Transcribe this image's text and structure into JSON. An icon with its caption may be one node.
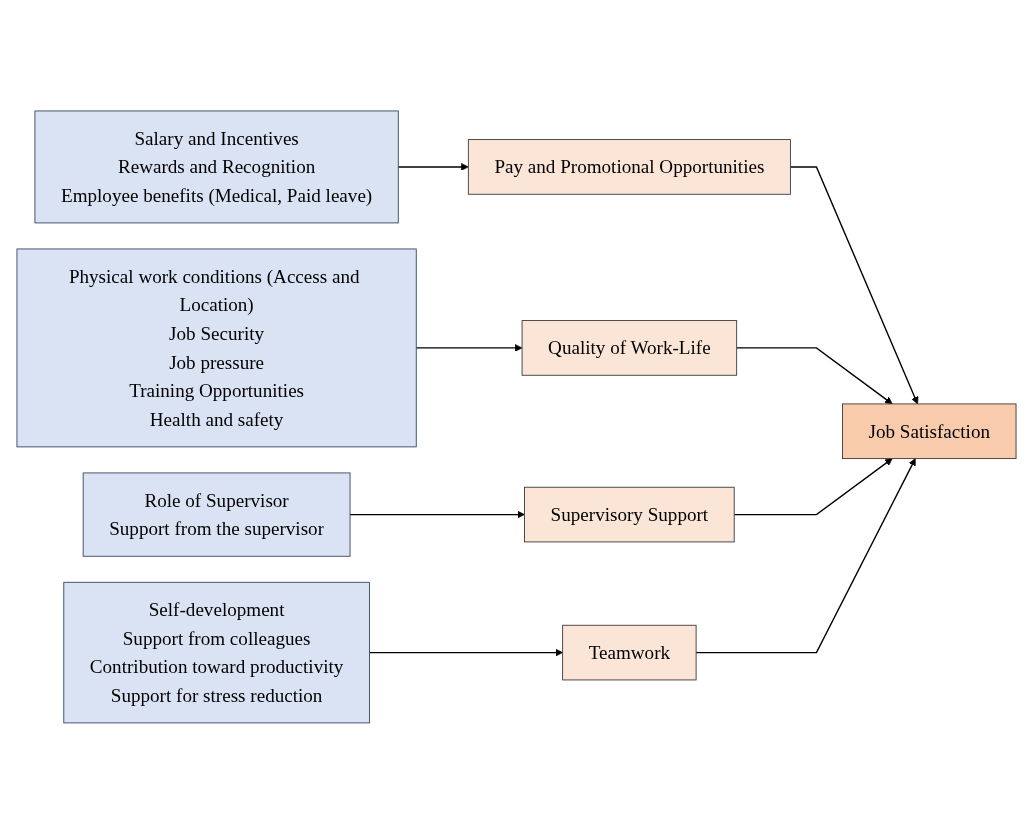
{
  "diagram": {
    "nodes": [
      {
        "text": [
          "Salary and Incentives",
          "Rewards and Recognition",
          "Employee benefits (Medical, Paid leave)"
        ]
      },
      {
        "text": [
          "Pay and Promotional Opportunities"
        ]
      },
      {
        "text": [
          "Physical work conditions (Access and Location)",
          "Job Security",
          "Job pressure",
          "Training Opportunities",
          "Health and safety"
        ]
      },
      {
        "text": [
          "Quality of Work-Life"
        ]
      },
      {
        "text": [
          "Role of Supervisor",
          "Support from the supervisor"
        ]
      },
      {
        "text": [
          "Supervisory Support"
        ]
      },
      {
        "text": [
          "Self-development",
          "Support from colleagues",
          "Contribution toward productivity",
          "Support for stress reduction"
        ]
      },
      {
        "text": [
          "Teamwork"
        ]
      },
      {
        "text": [
          "Job Satisfaction"
        ]
      }
    ],
    "edges": [
      {
        "from": 0,
        "to": 1,
        "arrow": "to"
      },
      {
        "from": 1,
        "to": 8,
        "arrow": "to"
      },
      {
        "from": 2,
        "to": 3,
        "arrow": "to"
      },
      {
        "from": 3,
        "to": 8,
        "arrow": "to"
      },
      {
        "from": 4,
        "to": 5,
        "arrow": "to"
      },
      {
        "from": 5,
        "to": 8,
        "arrow": "to"
      },
      {
        "from": 6,
        "to": 7,
        "arrow": "to"
      },
      {
        "from": 7,
        "to": 8,
        "arrow": "to"
      }
    ]
  }
}
